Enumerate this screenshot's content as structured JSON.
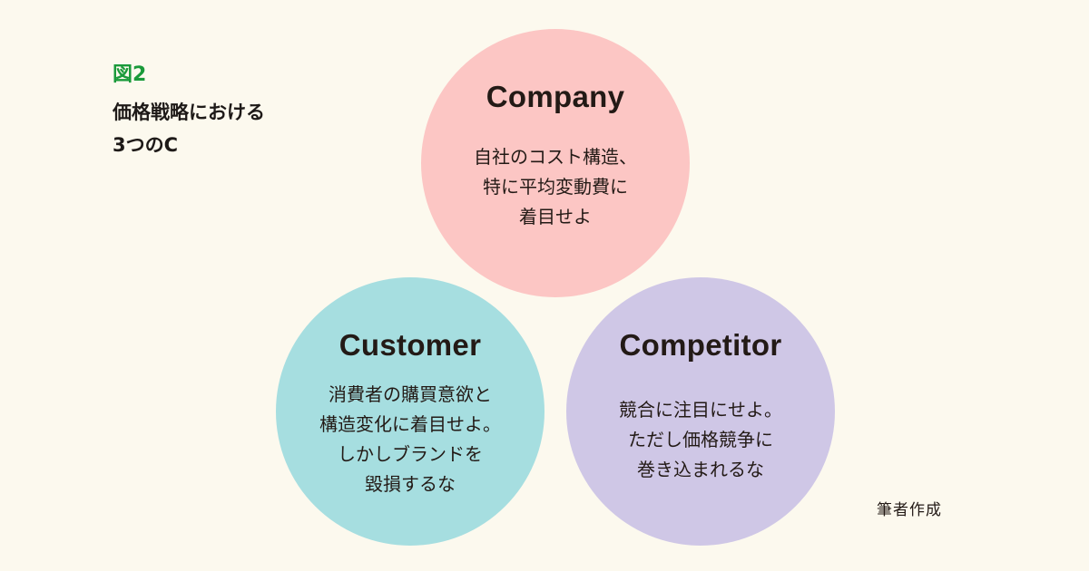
{
  "figure": {
    "label": "図2",
    "title_lines": [
      "価格戦略における",
      "3つのC"
    ]
  },
  "circles": {
    "company": {
      "heading": "Company",
      "color": "#fcc6c4",
      "lines": [
        "自社のコスト構造、",
        "特に平均変動費に",
        "着目せよ"
      ]
    },
    "customer": {
      "heading": "Customer",
      "color": "#a6dee0",
      "lines": [
        "消費者の購買意欲と",
        "構造変化に着目せよ。",
        "しかしブランドを",
        "毀損するな"
      ]
    },
    "competitor": {
      "heading": "Competitor",
      "color": "#cfc7e6",
      "lines": [
        "競合に注目にせよ。",
        "ただし価格競争に",
        "巻き込まれるな"
      ]
    }
  },
  "source_note": "筆者作成"
}
